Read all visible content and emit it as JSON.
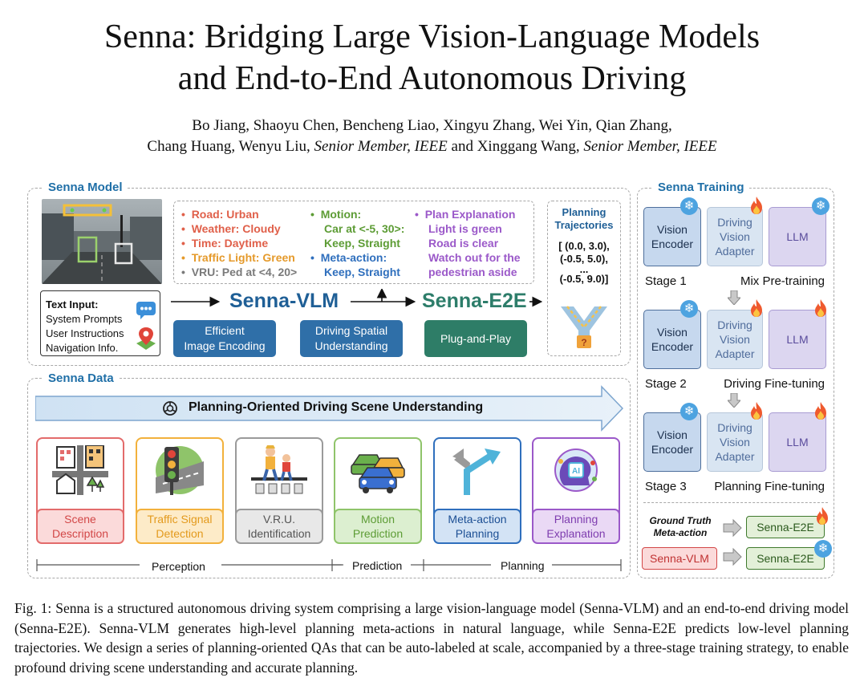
{
  "title_line1": "Senna: Bridging Large Vision-Language Models",
  "title_line2": "and End-to-End Autonomous Driving",
  "authors": {
    "line1": "Bo Jiang, Shaoyu Chen, Bencheng Liao, Xingyu Zhang, Wei Yin, Qian Zhang,",
    "line2_a": "Chang Huang, Wenyu Liu, ",
    "line2_b": "Senior Member, IEEE",
    "line2_c": " and Xinggang Wang, ",
    "line2_d": "Senior Member, IEEE"
  },
  "model_panel": {
    "title": "Senna Model",
    "text_input": {
      "heading": "Text Input:",
      "items": [
        "System Prompts",
        "User Instructions",
        "Navigation Info."
      ]
    },
    "bullets_col1": [
      {
        "text": "Road: Urban",
        "color": "#e0604a"
      },
      {
        "text": "Weather: Cloudy",
        "color": "#e0604a"
      },
      {
        "text": "Time: Daytime",
        "color": "#e0604a"
      },
      {
        "text": "Traffic Light: Green",
        "color": "#e59a2b"
      },
      {
        "text": "VRU: Ped at <4, 20>",
        "color": "#7a7a7a"
      }
    ],
    "bullets_col2": {
      "motion_head": "Motion:",
      "motion_lines": [
        "Car at <-5, 30>:",
        "Keep, Straight"
      ],
      "meta_head": "Meta-action:",
      "meta_lines": [
        "Keep, Straight"
      ]
    },
    "bullets_col3": {
      "head": "Plan Explanation",
      "lines": [
        "Light is green",
        "Road is clear",
        "Watch out for the",
        "pedestrian aside"
      ]
    },
    "vlm": "Senna-VLM",
    "e2e": "Senna-E2E",
    "buttons": {
      "efficient_line1": "Efficient",
      "efficient_line2": "Image Encoding",
      "spatial_line1": "Driving Spatial",
      "spatial_line2": "Understanding",
      "plug": "Plug-and-Play"
    },
    "planning": {
      "head_line1": "Planning",
      "head_line2": "Trajectories",
      "lines": [
        "[ (0.0, 3.0),",
        "(-0.5, 5.0),",
        "...",
        "(-0.5, 9.0)]"
      ]
    }
  },
  "data_panel": {
    "title": "Senna Data",
    "banner": "Planning-Oriented Driving Scene Understanding",
    "cards": [
      {
        "line1": "Scene",
        "line2": "Description",
        "border": "#e36b6b",
        "bg": "#fbdada",
        "text": "#d24747"
      },
      {
        "line1": "Traffic Signal",
        "line2": "Detection",
        "border": "#f2b13c",
        "bg": "#fdebc8",
        "text": "#e39a1d"
      },
      {
        "line1": "V.R.U.",
        "line2": "Identification",
        "border": "#9a9a9a",
        "bg": "#e8e8e8",
        "text": "#555555"
      },
      {
        "line1": "Motion",
        "line2": "Prediction",
        "border": "#8fc46a",
        "bg": "#dcefd0",
        "text": "#5d9c35"
      },
      {
        "line1": "Meta-action",
        "line2": "Planning",
        "border": "#2f6fbd",
        "bg": "#d3e3f5",
        "text": "#1c4f94"
      },
      {
        "line1": "Planning",
        "line2": "Explanation",
        "border": "#9b59c9",
        "bg": "#ead9f5",
        "text": "#7e3daf"
      }
    ],
    "groups": [
      "Perception",
      "Prediction",
      "Planning"
    ]
  },
  "training_panel": {
    "title": "Senna Training",
    "encoder_line1": "Vision",
    "encoder_line2": "Encoder",
    "adapter_line1": "Driving",
    "adapter_line2": "Vision",
    "adapter_line3": "Adapter",
    "llm": "LLM",
    "stages": [
      {
        "name": "Stage 1",
        "desc": "Mix Pre-training"
      },
      {
        "name": "Stage 2",
        "desc": "Driving Fine-tuning"
      },
      {
        "name": "Stage 3",
        "desc": "Planning Fine-tuning"
      }
    ],
    "gt_line1": "Ground Truth",
    "gt_line2": "Meta-action",
    "vlm_box": "Senna-VLM",
    "e2e_box": "Senna-E2E"
  },
  "caption": "Fig. 1: Senna is a structured autonomous driving system comprising a large vision-language model (Senna-VLM) and an end-to-end driving model (Senna-E2E). Senna-VLM generates high-level planning meta-actions in natural language, while Senna-E2E predicts low-level planning trajectories. We design a series of planning-oriented QAs that can be auto-labeled at scale, accompanied by a three-stage training strategy, to enable profound driving scene understanding and accurate planning."
}
